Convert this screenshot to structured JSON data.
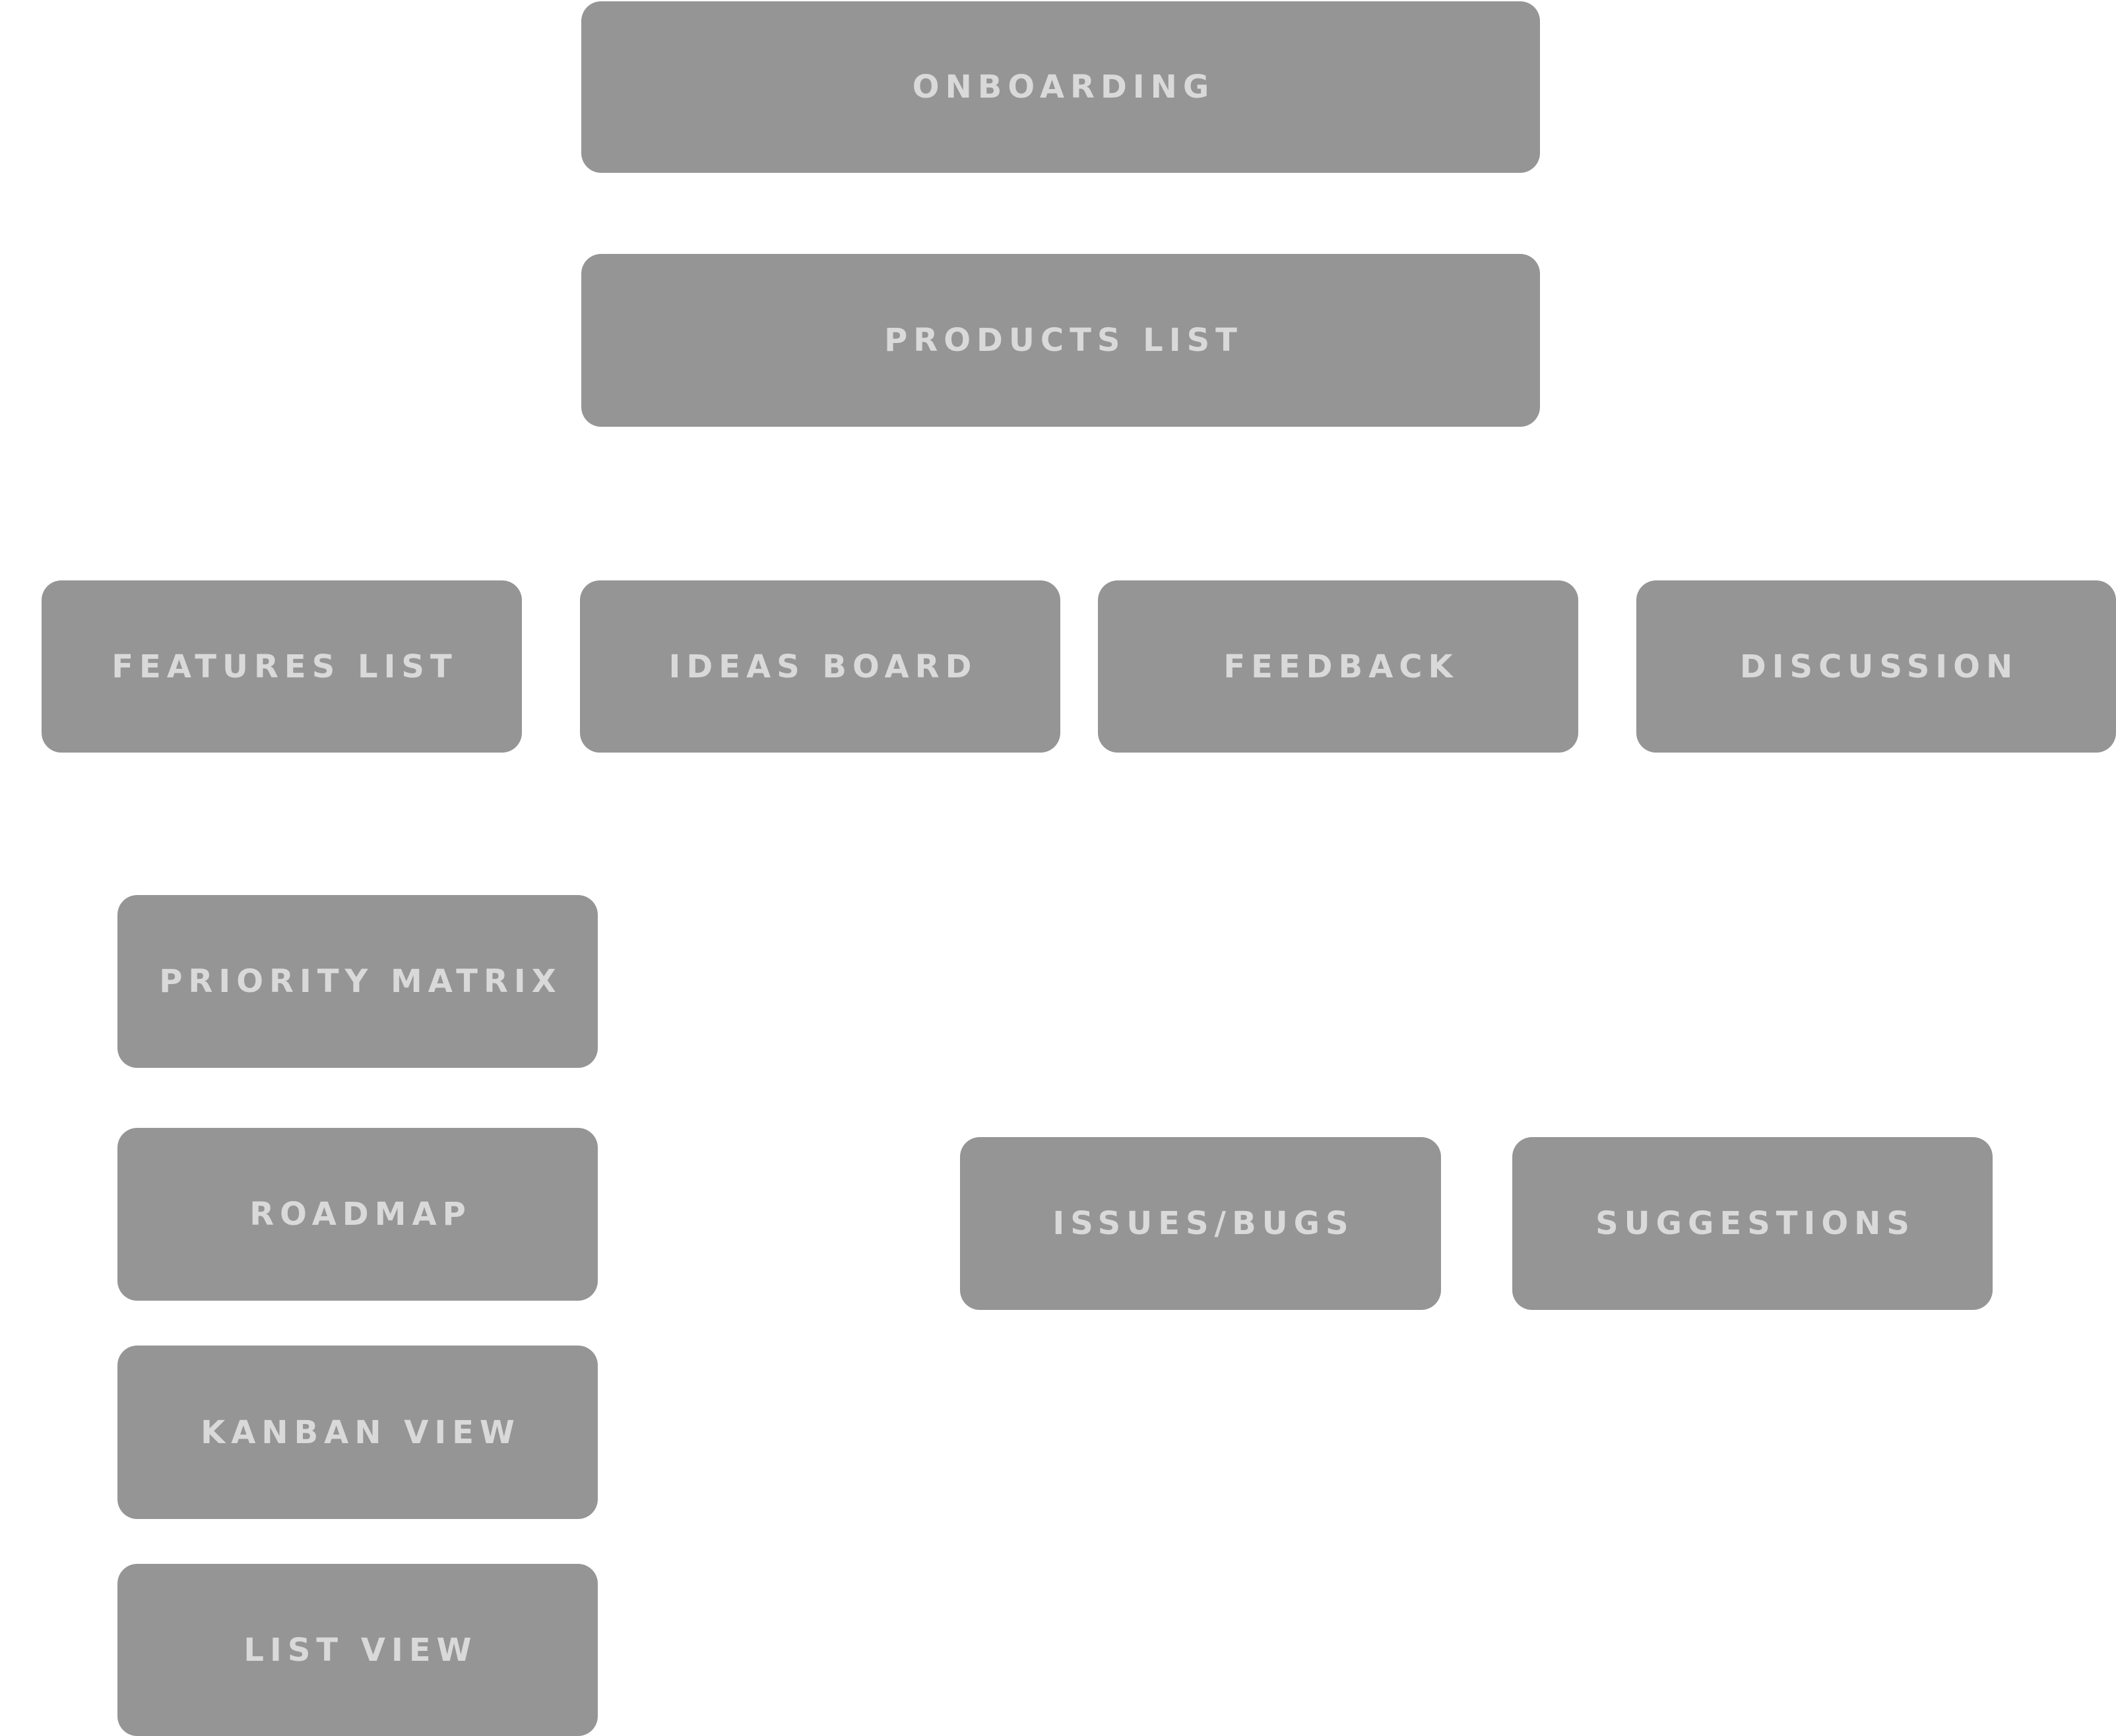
{
  "colors": {
    "node_fill": "#959595",
    "node_text": "#d9d9d9",
    "background": "#ffffff"
  },
  "nodes": {
    "onboarding": "ONBOARDING",
    "products_list": "PRODUCTS LIST",
    "features_list": "FEATURES LIST",
    "ideas_board": "IDEAS BOARD",
    "feedback": "FEEDBACK",
    "discussion": "DISCUSSION",
    "priority_matrix": "PRIORITY MATRIX",
    "roadmap": "ROADMAP",
    "kanban_view": "KANBAN VIEW",
    "list_view": "LIST VIEW",
    "issues_bugs": "ISSUES/BUGS",
    "suggestions": "SUGGESTIONS"
  }
}
